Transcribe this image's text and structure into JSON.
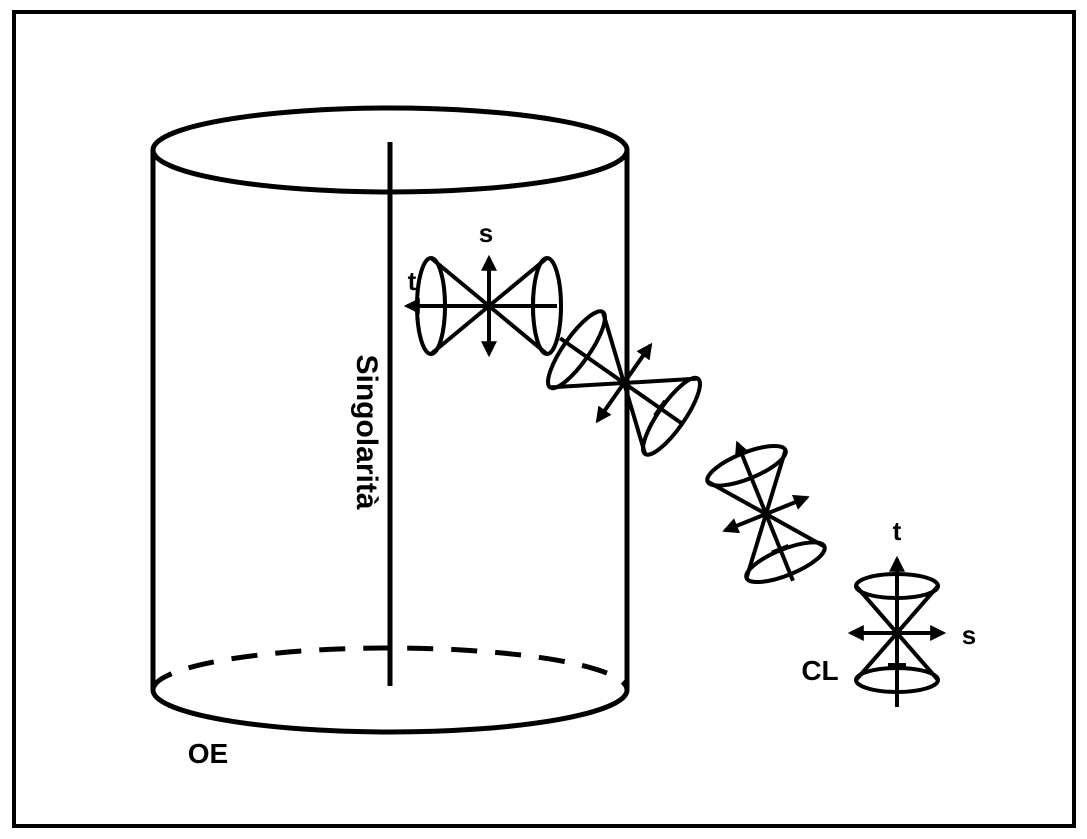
{
  "labels": {
    "singularity": "Singolarità",
    "event_horizon": "OE",
    "light_cone": "CL",
    "cone1_s": "s",
    "cone1_t": "t",
    "cone4_t": "t",
    "cone4_s": "s"
  },
  "colors": {
    "stroke": "#000000",
    "background": "#ffffff"
  }
}
